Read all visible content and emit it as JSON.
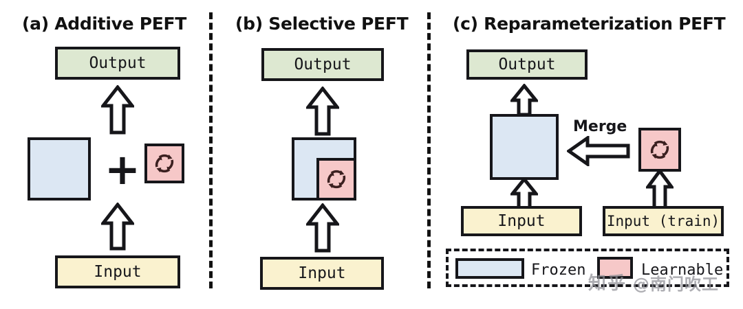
{
  "figure": {
    "type": "diagram",
    "subject": "PEFT method taxonomy illustration",
    "background_color": "#ffffff"
  },
  "colors": {
    "frozen_blue": "#dce7f3",
    "learnable_pink": "#f6c8c8",
    "output_green": "#dde8d1",
    "input_yellow": "#faf2cf",
    "stroke": "#16161a"
  },
  "panels": [
    {
      "id": "a",
      "title": "(a) Additive PEFT",
      "output_label": "Output",
      "input_label": "Input",
      "plus_symbol": "+",
      "icon": "cycle-arrows-icon"
    },
    {
      "id": "b",
      "title": "(b) Selective PEFT",
      "output_label": "Output",
      "input_label": "Input",
      "icon": "cycle-arrows-icon"
    },
    {
      "id": "c",
      "title": "(c) Reparameterization PEFT",
      "output_label": "Output",
      "input_label": "Input",
      "input_train_label": "Input (train)",
      "merge_label": "Merge",
      "icon": "cycle-arrows-icon"
    }
  ],
  "legend": {
    "items": [
      {
        "label": "Frozen",
        "swatch": "#dce7f3"
      },
      {
        "label": "Learnable",
        "swatch": "#f6c8c8"
      }
    ]
  },
  "watermark": {
    "logo": "知乎",
    "user": "@南门吹工"
  }
}
